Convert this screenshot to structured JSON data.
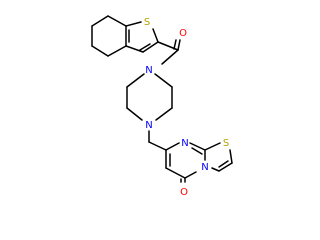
{
  "structure": {
    "colors": {
      "bond": "#000000",
      "N": "#0000ff",
      "O": "#ff0000",
      "S": "#b8a200",
      "background": "#ffffff"
    },
    "atoms": {
      "S1": "S",
      "O1": "O",
      "N1": "N",
      "N2": "N",
      "N3": "N",
      "N4": "N",
      "S2": "S",
      "O2": "O"
    }
  }
}
